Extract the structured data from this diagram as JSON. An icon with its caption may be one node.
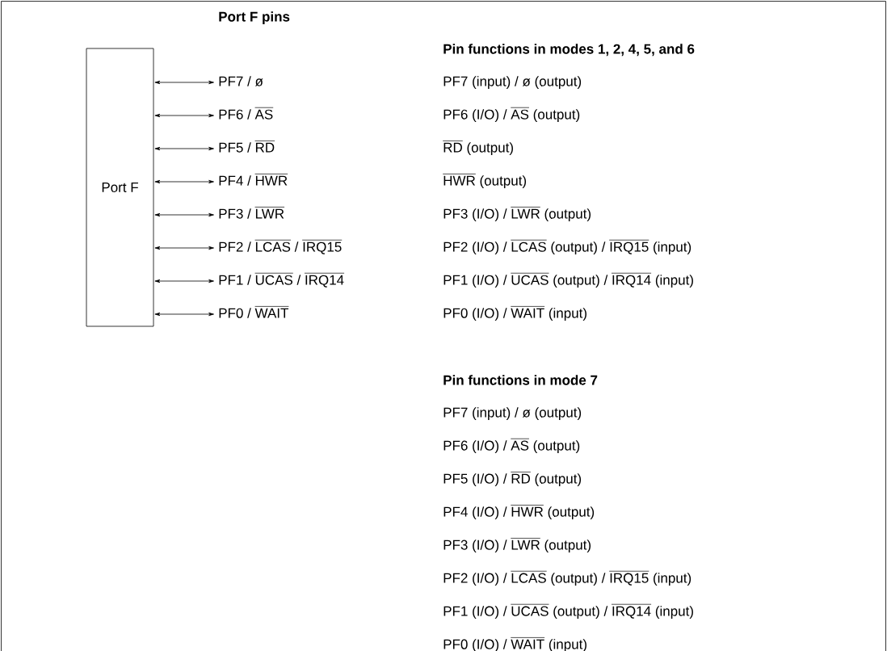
{
  "diagram": {
    "nodes": [
      {
        "text": [
          "Port F"
        ]
      },
      {
        "text": [
          "\\text{PF7 / ø}"
        ]
      },
      {
        "text": [
          "\\text{PF6 / }\\overline{\\text{AS}}"
        ]
      },
      {
        "text": [
          "\\text{PF5 / }\\overline{\\text{RD}}"
        ]
      },
      {
        "text": [
          "\\text{PF4 / }\\overline{\\text{HWR}}"
        ]
      },
      {
        "text": [
          "\\text{PF3 / }\\overline{\\text{LWR}}"
        ]
      },
      {
        "text": [
          "\\text{PF2 / }\\overline{\\text{LCAS}}\\text{ / }\\overline{\\text{IRQ15}}"
        ]
      },
      {
        "text": [
          "\\text{PF1 / }\\overline{\\text{UCAS}}\\text{ / }\\overline{\\text{IRQ14}}"
        ]
      },
      {
        "text": [
          "\\text{PF0 / }\\overline{\\text{WAIT}}"
        ]
      }
    ],
    "edges": [
      {
        "from": 0,
        "to": 1,
        "arrow": "both"
      },
      {
        "from": 0,
        "to": 2,
        "arrow": "both"
      },
      {
        "from": 0,
        "to": 3,
        "arrow": "both"
      },
      {
        "from": 0,
        "to": 4,
        "arrow": "both"
      },
      {
        "from": 0,
        "to": 5,
        "arrow": "both"
      },
      {
        "from": 0,
        "to": 6,
        "arrow": "both"
      },
      {
        "from": 0,
        "to": 7,
        "arrow": "both"
      },
      {
        "from": 0,
        "to": 8,
        "arrow": "both"
      }
    ],
    "labels": [
      "Port F pins",
      "Pin functions in modes 1, 2, 4, 5, and 6",
      "\\text{PF7 (input) / ø (output)}",
      "\\text{PF6 (I/O) / }\\overline{\\text{AS}}\\text{ (output)}",
      "\\overline{\\text{RD}}\\text{ (output)}",
      "\\overline{\\text{HWR}}\\text{ (output)}",
      "\\text{PF3 (I/O) / }\\overline{\\text{LWR}}\\text{ (output)}",
      "\\text{PF2 (I/O) / }\\overline{\\text{LCAS}}\\text{ (output) / }\\overline{\\text{IRQ15}}\\text{ (input)}",
      "\\text{PF1 (I/O) / }\\overline{\\text{UCAS}}\\text{ (output) / }\\overline{\\text{IRQ14}}\\text{ (input)}",
      "\\text{PF0 (I/O) / }\\overline{\\text{WAIT}}\\text{ (input)}",
      "Pin functions in mode 7",
      "\\text{PF7 (input) / ø (output)}",
      "\\text{PF6 (I/O) / }\\overline{\\text{AS}}\\text{ (output)}",
      "\\text{PF5 (I/O) / }\\overline{\\text{RD}}\\text{ (output)}",
      "\\text{PF4 (I/O) / }\\overline{\\text{HWR}}\\text{ (output)}",
      "\\text{PF3 (I/O) / }\\overline{\\text{LWR}}\\text{ (output)}",
      "\\text{PF2 (I/O) / }\\overline{\\text{LCAS}}\\text{ (output) / }\\overline{\\text{IRQ15}}\\text{ (input)}",
      "\\text{PF1 (I/O) / }\\overline{\\text{UCAS}}\\text{ (output) / }\\overline{\\text{IRQ14}}\\text{ (input)}",
      "\\text{PF0 (I/O) / }\\overline{\\text{WAIT}}\\text{ (input)}"
    ]
  }
}
